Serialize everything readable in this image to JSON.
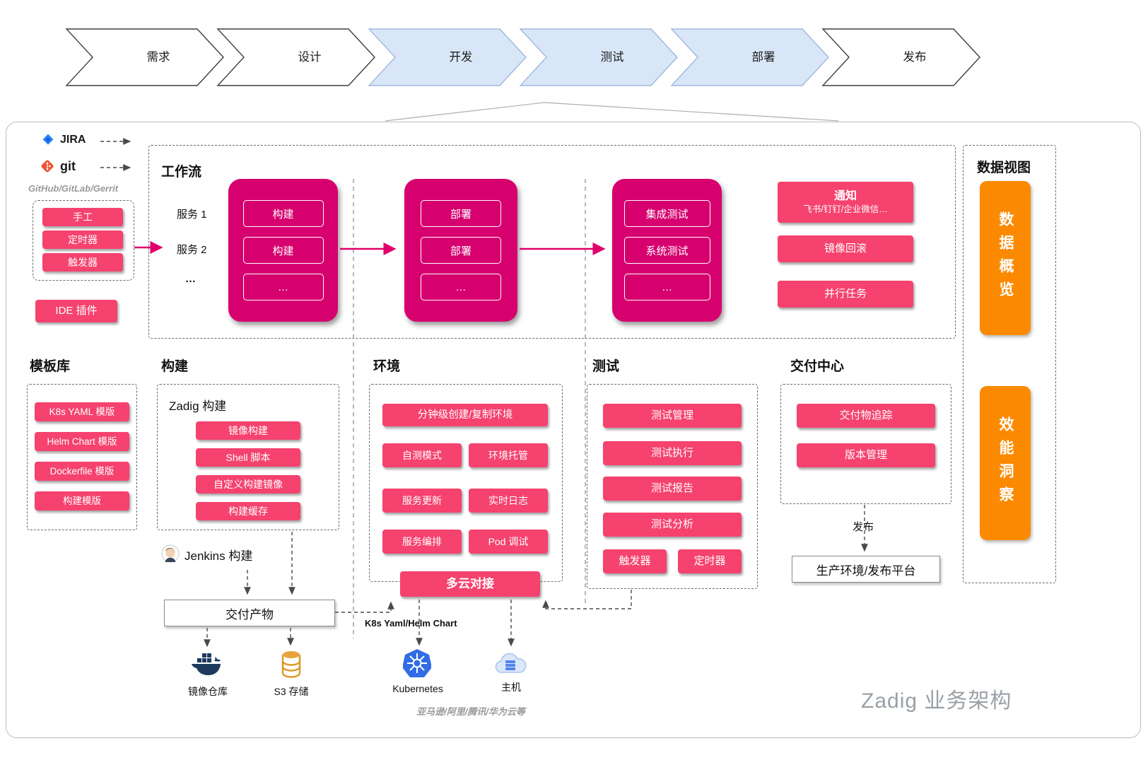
{
  "colors": {
    "button_pink": "#f5426e",
    "workflow_magenta": "#d6006f",
    "arrow_magenta": "#e0006c",
    "panel_orange": "#fb8a00",
    "chevron_blue_fill": "#d9e6f8",
    "chevron_blue_border": "#9fb8dc"
  },
  "pipeline": {
    "stages": [
      {
        "label": "需求",
        "highlighted": false
      },
      {
        "label": "设计",
        "highlighted": false
      },
      {
        "label": "开发",
        "highlighted": true
      },
      {
        "label": "测试",
        "highlighted": true
      },
      {
        "label": "部署",
        "highlighted": true
      },
      {
        "label": "发布",
        "highlighted": false
      }
    ]
  },
  "integrations": {
    "jira_label": "JIRA",
    "git_label": "git",
    "scm_note": "GitHub/GitLab/Gerrit",
    "trigger_modes": [
      "手工",
      "定时器",
      "触发器"
    ],
    "ide_plugin": "IDE 插件"
  },
  "workflow": {
    "title": "工作流",
    "service_rows": [
      "服务 1",
      "服务 2",
      "…"
    ],
    "stage_groups": [
      {
        "items": [
          "构建",
          "构建",
          "…"
        ]
      },
      {
        "items": [
          "部署",
          "部署",
          "…"
        ]
      },
      {
        "items": [
          "集成测试",
          "系统测试",
          "…"
        ]
      }
    ],
    "features": {
      "notify_title": "通知",
      "notify_channels": "飞书/钉钉/企业微信…",
      "image_rollback": "镜像回滚",
      "parallel_tasks": "并行任务"
    }
  },
  "data_view": {
    "title": "数据视图",
    "panels": [
      "数据概览",
      "效能洞察"
    ]
  },
  "template_library": {
    "title": "模板库",
    "items": [
      "K8s YAML 模版",
      "Helm Chart 模版",
      "Dockerfile 模版",
      "构建模版"
    ]
  },
  "build": {
    "title": "构建",
    "zadig_build_label": "Zadig 构建",
    "capabilities": [
      "镜像构建",
      "Shell 脚本",
      "自定义构建镜像",
      "构建缓存"
    ],
    "jenkins_label": "Jenkins 构建",
    "artifact_label": "交付产物",
    "registry_label": "镜像仓库",
    "s3_label": "S3 存储"
  },
  "environment": {
    "title": "环境",
    "headline": "分钟级创建/复制环境",
    "capabilities": [
      "自测模式",
      "环境托管",
      "服务更新",
      "实时日志",
      "服务编排",
      "Pod 调试"
    ],
    "multicloud_label": "多云对接",
    "manifest_note": "K8s Yaml/Helm Chart",
    "kubernetes_label": "Kubernetes",
    "host_label": "主机",
    "cloud_vendors_note": "亚马逊/阿里/腾讯/华为云等"
  },
  "testing": {
    "title": "测试",
    "capabilities": [
      "测试管理",
      "测试执行",
      "测试报告",
      "测试分析"
    ],
    "trigger_label": "触发器",
    "timer_label": "定时器"
  },
  "delivery": {
    "title": "交付中心",
    "capabilities": [
      "交付物追踪",
      "版本管理"
    ],
    "release_label": "发布",
    "production_label": "生产环境/发布平台"
  },
  "footer": {
    "caption": "Zadig 业务架构"
  },
  "icons": {
    "jira": "jira-icon",
    "git": "git-icon",
    "jenkins": "jenkins-avatar-icon",
    "docker": "docker-whale-icon",
    "s3": "database-cylinder-icon",
    "kubernetes": "kubernetes-helm-icon",
    "host": "cloud-host-icon"
  }
}
